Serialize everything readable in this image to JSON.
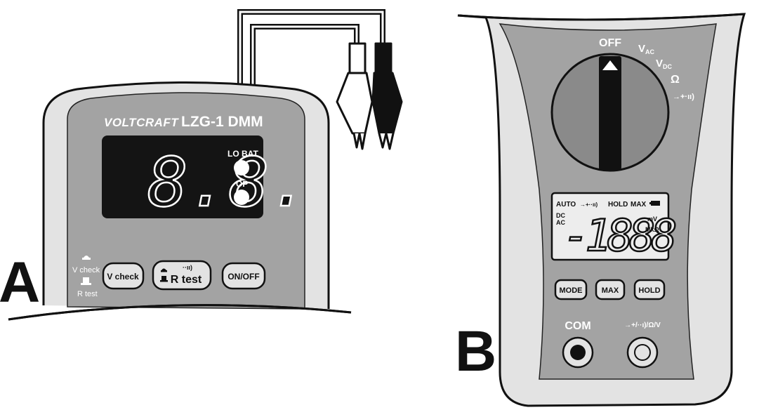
{
  "panel_a": {
    "label": "A",
    "brand": "VOLTCRAFT",
    "model": "LZG-1 DMM",
    "display_value": "8.8.",
    "indicator_lo_bat": "LO BAT",
    "indicator_op": "OP",
    "side_label_vcheck": "V check",
    "side_label_rtest": "R test",
    "buttons": {
      "vcheck": "V check",
      "rtest": "R test",
      "onoff": "ON/OFF"
    },
    "probes": {
      "probe_colors": [
        "#ffffff",
        "#111111"
      ]
    }
  },
  "panel_b": {
    "label": "B",
    "dial_off": "OFF",
    "dial_vac_main": "V",
    "dial_vac_sub": "AC",
    "dial_vdc_main": "V",
    "dial_vdc_sub": "DC",
    "dial_ohm": "Ω",
    "dial_diode": "→+·ıı)",
    "lcd_top_auto": "AUTO",
    "lcd_top_diode": "→+··ıı)",
    "lcd_top_hold": "HOLD",
    "lcd_top_max": "MAX",
    "lcd_dc": "DC",
    "lcd_ac": "AC",
    "lcd_value": "-1888",
    "lcd_mv": "mV",
    "lcd_mkohm": "MkΩ",
    "buttons": {
      "mode": "MODE",
      "max": "MAX",
      "hold": "HOLD"
    },
    "jack_com": "COM",
    "jack_input": "→+/··ı)/Ω/V"
  },
  "colors": {
    "body_gray": "#a3a3a3",
    "bezel_light": "#e0e0e0",
    "display_black": "#141414",
    "outline": "#111111"
  }
}
